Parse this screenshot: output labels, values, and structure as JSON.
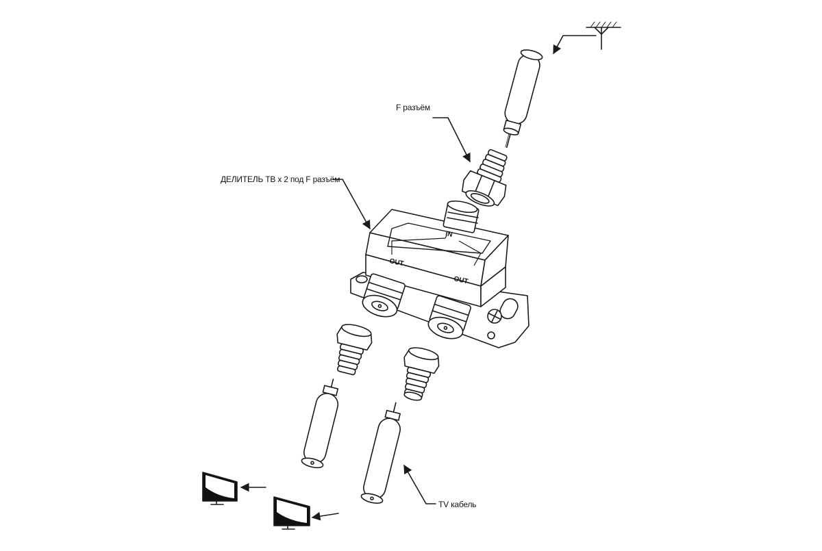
{
  "labels": {
    "f_connector": "F разъём",
    "splitter": "ДЕЛИТЕЛЬ ТВ х 2 под F разъём",
    "tv_cable": "TV кабель"
  },
  "splitter_markings": {
    "input": "IN",
    "output_left": "OUT",
    "output_right": "OUT"
  },
  "colors": {
    "line": "#1a1a1a",
    "fill": "#ffffff",
    "screen": "#111111"
  },
  "icons": [
    "antenna-icon",
    "tv-icon",
    "screw-icon"
  ]
}
